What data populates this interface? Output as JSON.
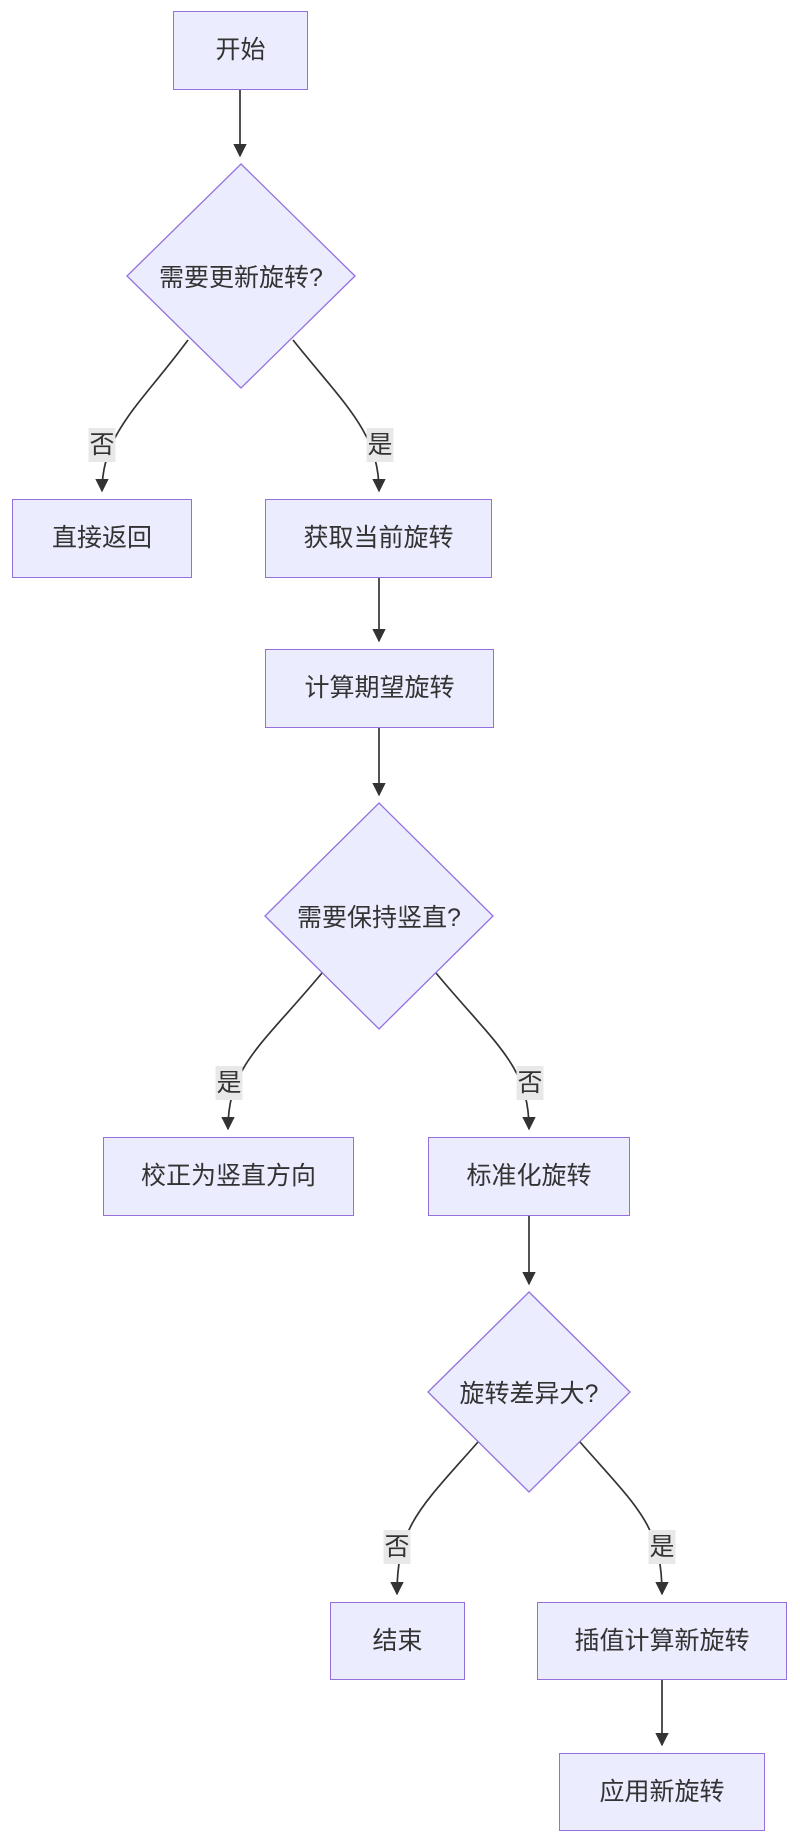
{
  "diagram": {
    "type": "flowchart",
    "direction": "top-down",
    "background": "#ffffff",
    "colors": {
      "node_fill": "#ECECFF",
      "node_border": "#9370DB",
      "edge_color": "#333333",
      "text_color": "#333333",
      "edge_label_bg": "#e8e8e8"
    },
    "nodes": [
      {
        "id": "start",
        "shape": "rect",
        "label": "开始"
      },
      {
        "id": "need-update",
        "shape": "diamond",
        "label": "需要更新旋转?"
      },
      {
        "id": "direct-return",
        "shape": "rect",
        "label": "直接返回"
      },
      {
        "id": "get-current",
        "shape": "rect",
        "label": "获取当前旋转"
      },
      {
        "id": "calc-desired",
        "shape": "rect",
        "label": "计算期望旋转"
      },
      {
        "id": "keep-upright",
        "shape": "diamond",
        "label": "需要保持竖直?"
      },
      {
        "id": "correct-upright",
        "shape": "rect",
        "label": "校正为竖直方向"
      },
      {
        "id": "normalize",
        "shape": "rect",
        "label": "标准化旋转"
      },
      {
        "id": "diff-large",
        "shape": "diamond",
        "label": "旋转差异大?"
      },
      {
        "id": "end",
        "shape": "rect",
        "label": "结束"
      },
      {
        "id": "interpolate",
        "shape": "rect",
        "label": "插值计算新旋转"
      },
      {
        "id": "apply",
        "shape": "rect",
        "label": "应用新旋转"
      }
    ],
    "edges": [
      {
        "from": "start",
        "to": "need-update",
        "label": ""
      },
      {
        "from": "need-update",
        "to": "direct-return",
        "label": "否"
      },
      {
        "from": "need-update",
        "to": "get-current",
        "label": "是"
      },
      {
        "from": "get-current",
        "to": "calc-desired",
        "label": ""
      },
      {
        "from": "calc-desired",
        "to": "keep-upright",
        "label": ""
      },
      {
        "from": "keep-upright",
        "to": "correct-upright",
        "label": "是"
      },
      {
        "from": "keep-upright",
        "to": "normalize",
        "label": "否"
      },
      {
        "from": "normalize",
        "to": "diff-large",
        "label": ""
      },
      {
        "from": "diff-large",
        "to": "end",
        "label": "否"
      },
      {
        "from": "diff-large",
        "to": "interpolate",
        "label": "是"
      },
      {
        "from": "interpolate",
        "to": "apply",
        "label": ""
      }
    ]
  }
}
